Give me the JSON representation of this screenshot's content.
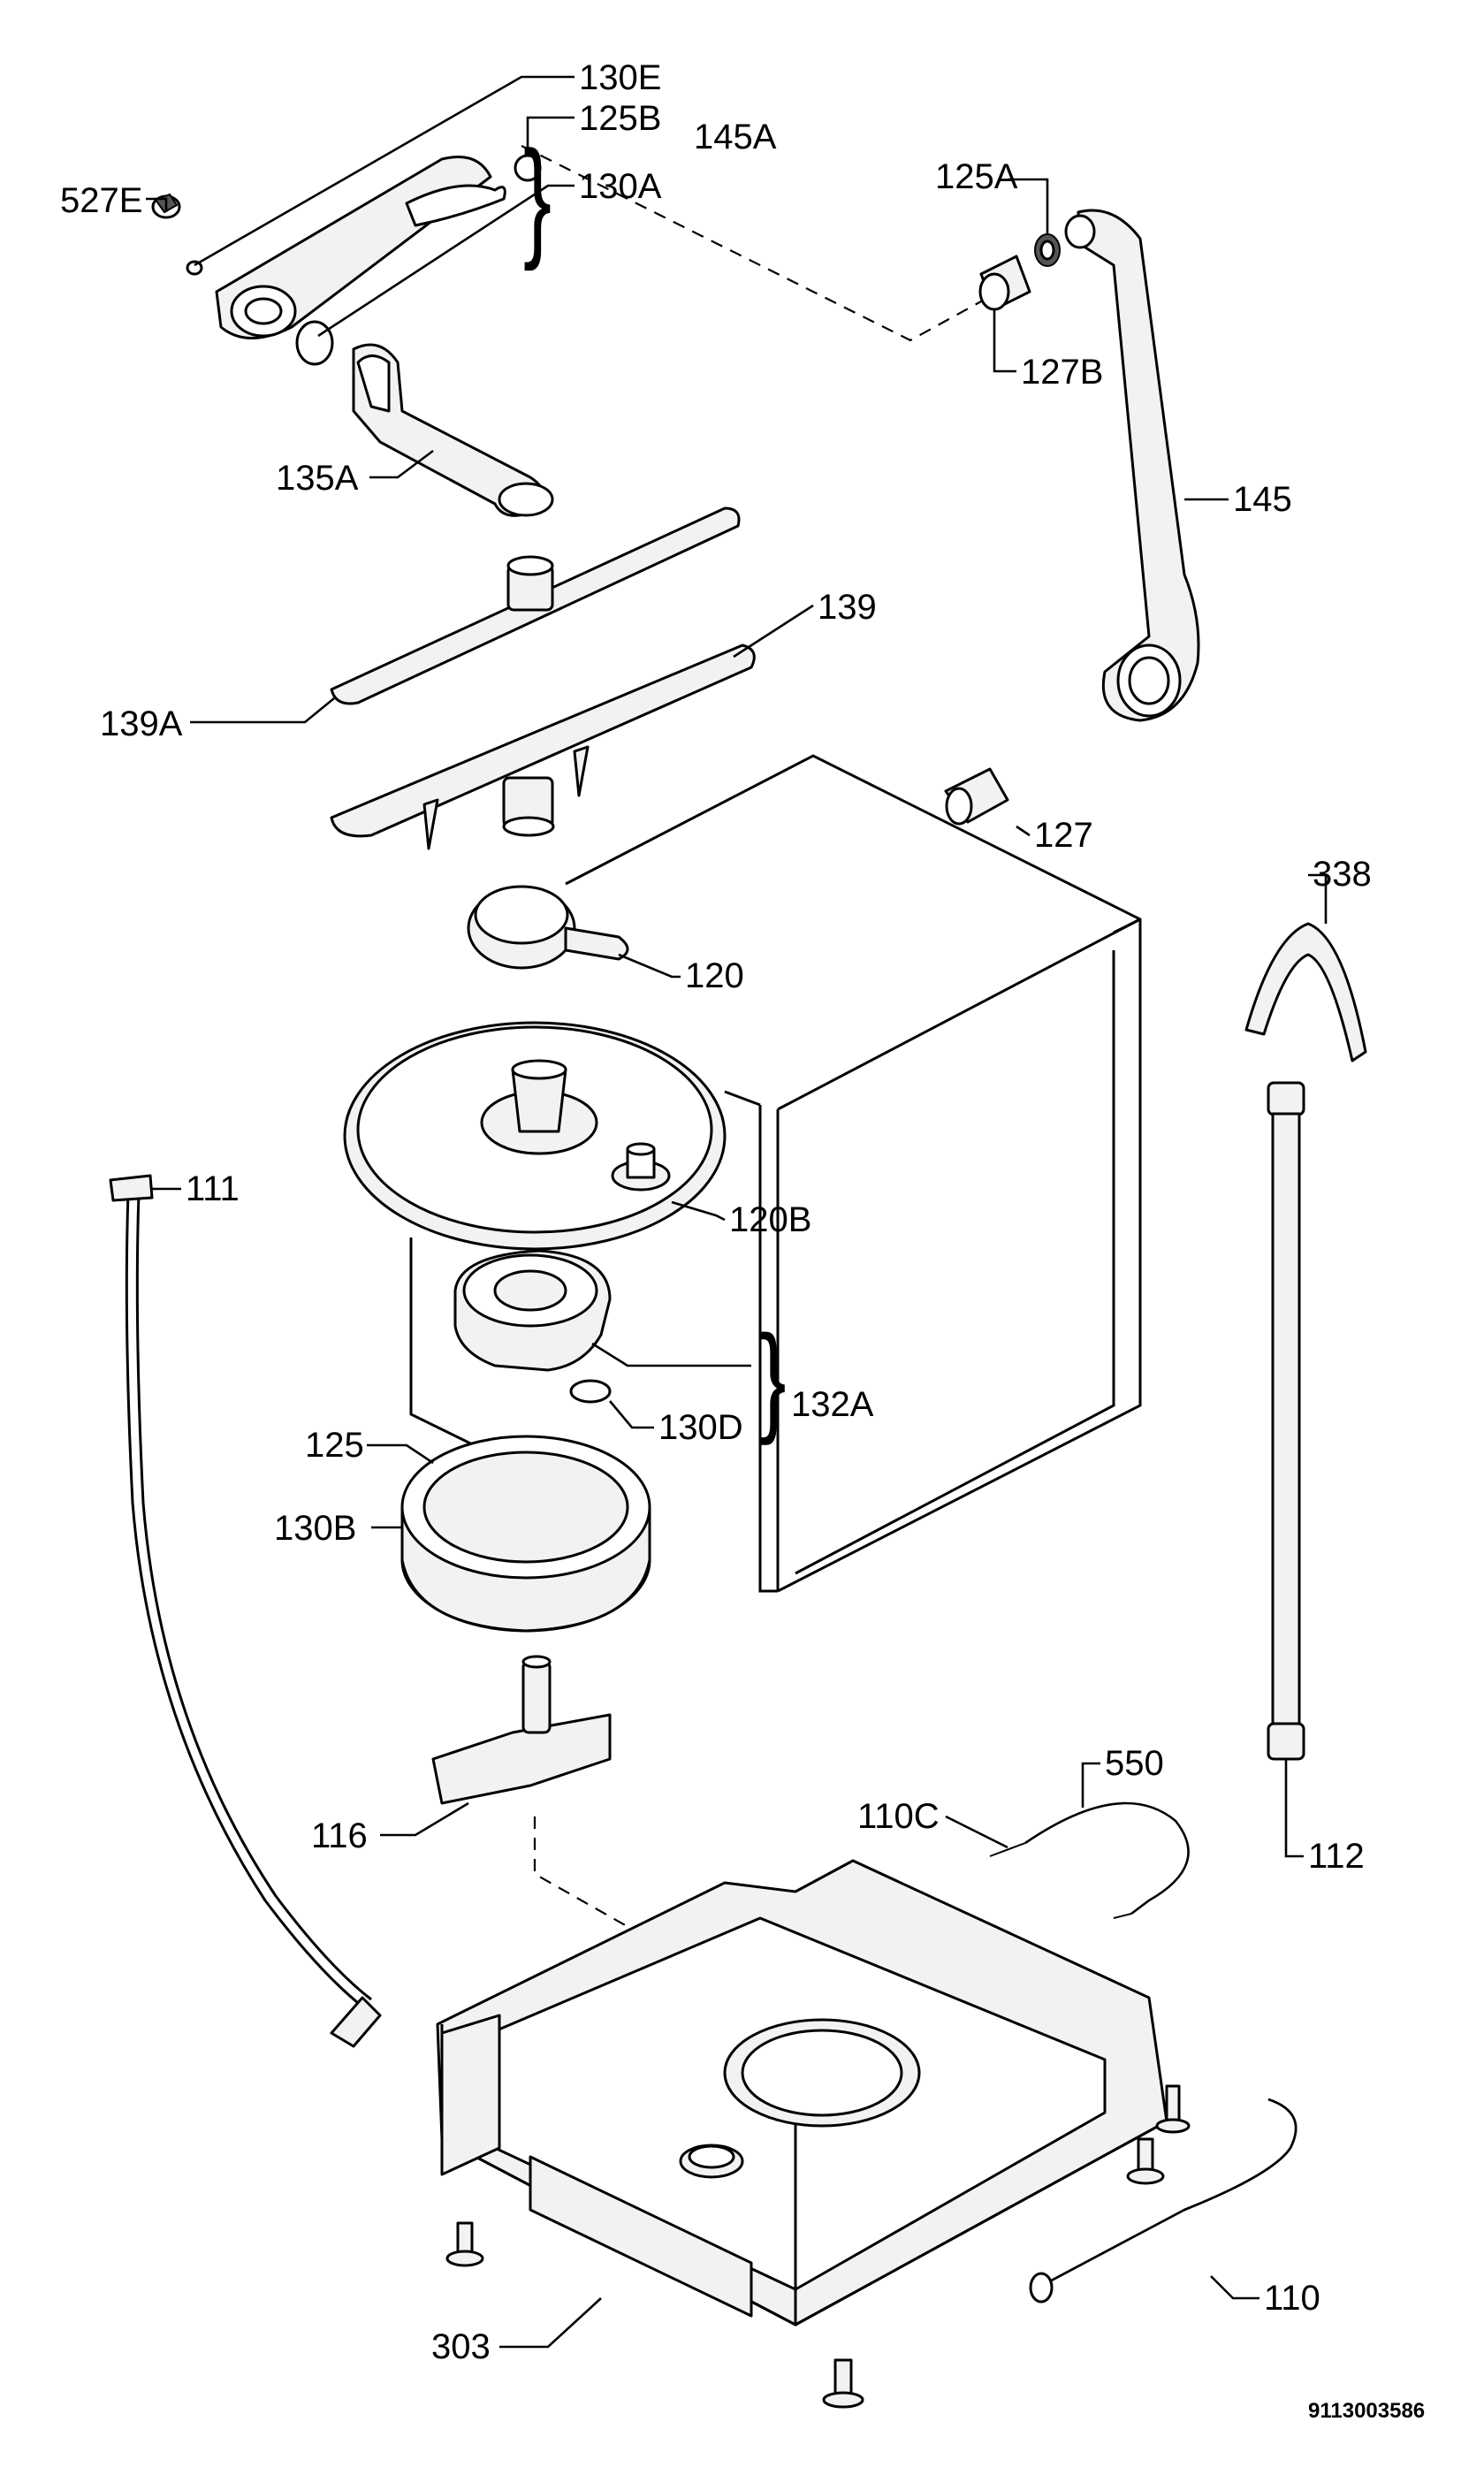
{
  "labels": {
    "l130e": "130E",
    "l125b": "125B",
    "l145a": "145A",
    "l130a": "130A",
    "l527e": "527E",
    "l125a": "125A",
    "l127b": "127B",
    "l135a": "135A",
    "l145": "145",
    "l139": "139",
    "l139a": "139A",
    "l127": "127",
    "l338": "338",
    "l120": "120",
    "l111": "111",
    "l120b": "120B",
    "l132a": "132A",
    "l130d": "130D",
    "l125": "125",
    "l130b": "130B",
    "l550": "550",
    "l110c": "110C",
    "l112": "112",
    "l116": "116",
    "l110": "110",
    "l303": "303"
  },
  "document_number": "9113003586"
}
